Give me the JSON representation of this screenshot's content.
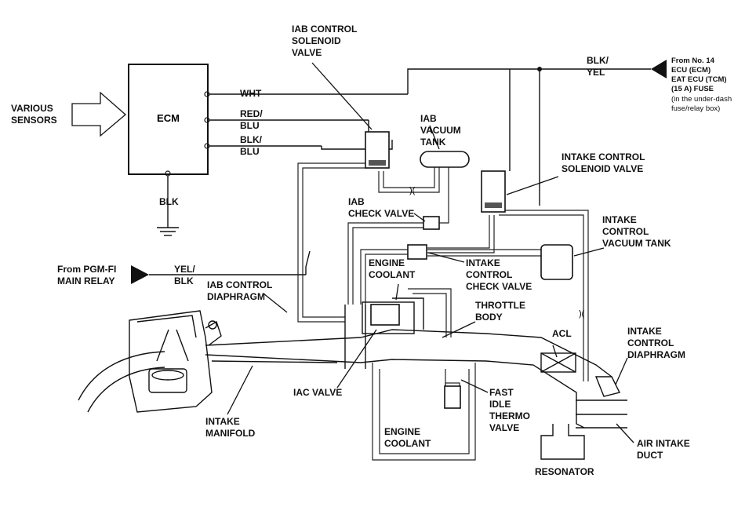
{
  "labels": {
    "various_sensors": "VARIOUS\nSENSORS",
    "ecm": "ECM",
    "wht": "WHT",
    "red_blu": "RED/\nBLU",
    "blk_blu": "BLK/\nBLU",
    "blk": "BLK",
    "iab_control_solenoid_valve": "IAB CONTROL\nSOLENOID\nVALVE",
    "iab_vacuum_tank": "IAB\nVACUUM\nTANK",
    "blk_yel": "BLK/\nYEL",
    "from_no14_title": "From No. 14",
    "from_no14_lines": "ECU (ECM)\nEAT ECU (TCM)\n(15 A) FUSE",
    "from_no14_note": "(in the under-dash\nfuse/relay box)",
    "intake_control_solenoid_valve": "INTAKE CONTROL\nSOLENOID VALVE",
    "iab_check_valve": "IAB\nCHECK VALVE",
    "intake_control_vacuum_tank": "INTAKE\nCONTROL\nVACUUM TANK",
    "from_pgm_fi": "From PGM-FI\nMAIN RELAY",
    "yel_blk": "YEL/\nBLK",
    "iab_control_diaphragm": "IAB CONTROL\nDIAPHRAGM",
    "engine_coolant_top": "ENGINE\nCOOLANT",
    "intake_control_check_valve": "INTAKE\nCONTROL\nCHECK VALVE",
    "throttle_body": "THROTTLE\nBODY",
    "acl": "ACL",
    "intake_control_diaphragm": "INTAKE\nCONTROL\nDIAPHRAGM",
    "iac_valve": "IAC VALVE",
    "fast_idle_thermo_valve": "FAST\nIDLE\nTHERMO\nVALVE",
    "intake_manifold": "INTAKE\nMANIFOLD",
    "engine_coolant_bottom": "ENGINE\nCOOLANT",
    "air_intake_duct": "AIR INTAKE\nDUCT",
    "resonator": "RESONATOR"
  }
}
